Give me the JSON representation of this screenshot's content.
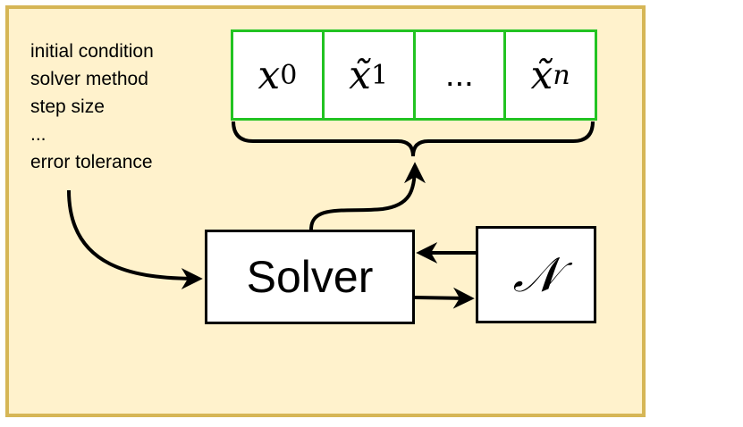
{
  "parameters": [
    "initial condition",
    "solver method",
    "step size",
    "...",
    "error tolerance"
  ],
  "solver_label": "Solver",
  "network_label": "𝒩",
  "sequence": [
    {
      "base": "x",
      "tilde": false,
      "sub": "0"
    },
    {
      "base": "x̃",
      "tilde": true,
      "sub": "1"
    },
    {
      "base": "...",
      "tilde": false,
      "sub": ""
    },
    {
      "base": "x̃",
      "tilde": true,
      "sub": "n"
    }
  ],
  "colors": {
    "panel_fill": "#fff2cc",
    "panel_border": "#d6b656",
    "sequence_border": "#22c322"
  }
}
